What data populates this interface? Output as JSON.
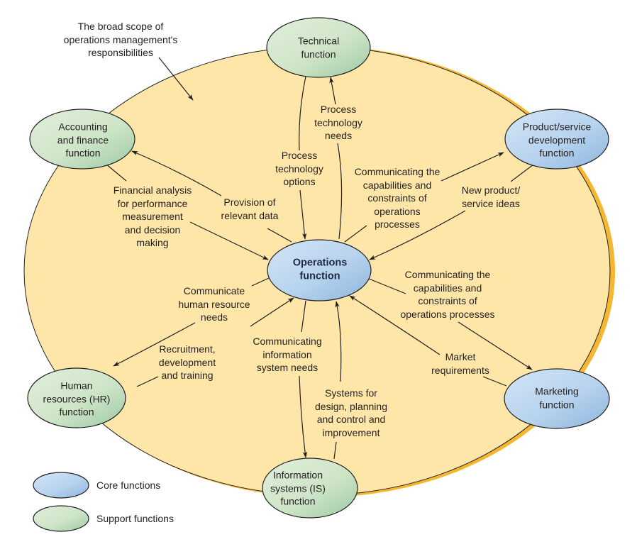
{
  "title_annotation": "The broad scope of\noperations management's\nresponsibilities",
  "colors": {
    "background": "#ffffff",
    "scope_fill": "#fee6a8",
    "scope_rim": "#f5b731",
    "core_fill": "#b7d3ee",
    "core_dark": "#8db5dc",
    "support_fill": "#cfe5c8",
    "support_dark": "#9ccaa5",
    "stroke": "#231f20"
  },
  "nodes": [
    {
      "id": "operations",
      "label": "Operations\nfunction",
      "type": "core",
      "central": true
    },
    {
      "id": "technical",
      "label": "Technical\nfunction",
      "type": "support"
    },
    {
      "id": "accounting",
      "label": "Accounting\nand finance\nfunction",
      "type": "support"
    },
    {
      "id": "product",
      "label": "Product/service\ndevelopment\nfunction",
      "type": "core"
    },
    {
      "id": "hr",
      "label": "Human\nresources (HR)\nfunction",
      "type": "support"
    },
    {
      "id": "marketing",
      "label": "Marketing\nfunction",
      "type": "core"
    },
    {
      "id": "is",
      "label": "Information\nsystems (IS)\nfunction",
      "type": "support"
    }
  ],
  "flows": [
    {
      "from": "operations",
      "to": "technical",
      "label": "Process\ntechnology\nneeds"
    },
    {
      "from": "technical",
      "to": "operations",
      "label": "Process\ntechnology\noptions"
    },
    {
      "from": "operations",
      "to": "accounting",
      "label": "Provision of\nrelevant data"
    },
    {
      "from": "accounting",
      "to": "operations",
      "label": "Financial analysis\nfor performance\nmeasurement\nand decision\nmaking"
    },
    {
      "from": "operations",
      "to": "product",
      "label": "Communicating the\ncapabilities and\nconstraints of\noperations\nprocesses"
    },
    {
      "from": "product",
      "to": "operations",
      "label": "New product/\nservice ideas"
    },
    {
      "from": "operations",
      "to": "marketing",
      "label": "Communicating the\ncapabilities and\nconstraints of\noperations processes"
    },
    {
      "from": "marketing",
      "to": "operations",
      "label": "Market\nrequirements"
    },
    {
      "from": "operations",
      "to": "hr",
      "label": "Communicate\nhuman resource\nneeds"
    },
    {
      "from": "hr",
      "to": "operations",
      "label": "Recruitment,\ndevelopment\nand training"
    },
    {
      "from": "operations",
      "to": "is",
      "label": "Communicating\ninformation\nsystem needs"
    },
    {
      "from": "is",
      "to": "operations",
      "label": "Systems for\ndesign, planning\nand control and\nimprovement"
    }
  ],
  "legend": [
    {
      "type": "core",
      "label": "Core functions"
    },
    {
      "type": "support",
      "label": "Support functions"
    }
  ]
}
